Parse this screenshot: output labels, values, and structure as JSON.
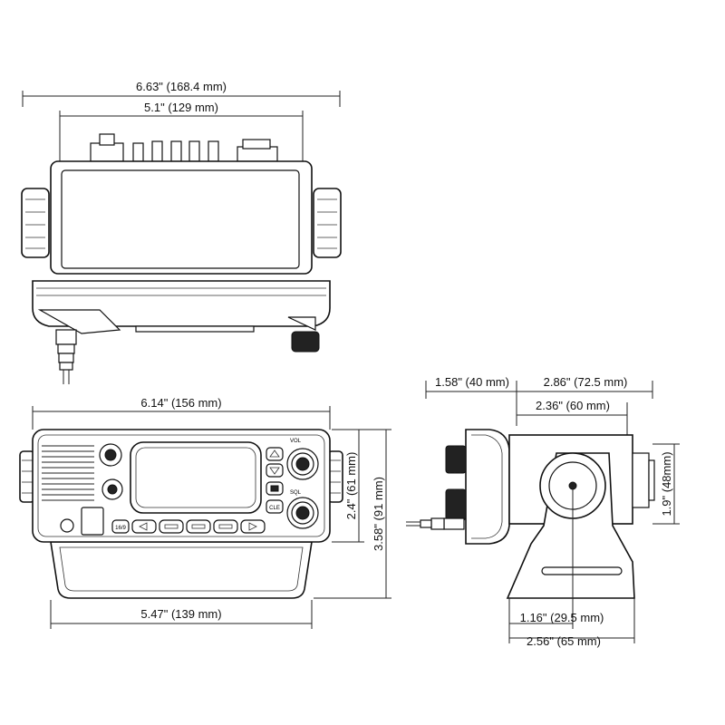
{
  "dimensions": {
    "top_total_width": "6.63\" (168.4 mm)",
    "top_body_width": "5.1\" (129 mm)",
    "front_panel_width": "6.14\" (156 mm)",
    "front_bracket_width": "5.47\" (139 mm)",
    "front_panel_height": "2.4\" (61 mm)",
    "front_total_height": "3.58\" (91 mm)",
    "side_front_depth": "1.58\" (40 mm)",
    "side_rear_depth": "2.86\" (72.5 mm)",
    "side_body_depth": "2.36\" (60 mm)",
    "side_height": "1.9\" (48mm)",
    "side_knob_offset": "1.16\" (29.5 mm)",
    "side_bracket_depth": "2.56\" (65 mm)"
  },
  "panel_keys": {
    "key_16": "16/9",
    "key_cle": "CLE",
    "key_sql": "SQL",
    "key_vol": "VOL"
  },
  "colors": {
    "line": "#111111",
    "background": "#ffffff"
  },
  "icons": [
    "volume-knob-icon",
    "channel-knob-icon",
    "arrow-up-icon",
    "arrow-down-icon",
    "arrow-left-icon",
    "arrow-right-icon"
  ]
}
